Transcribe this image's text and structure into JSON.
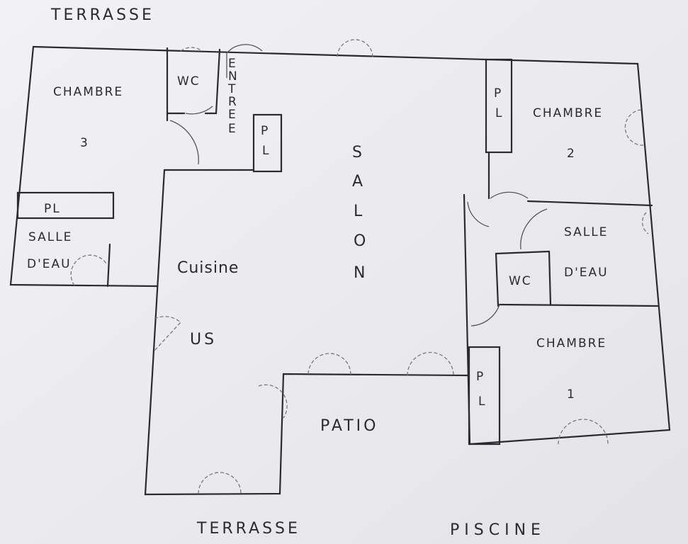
{
  "title": "Floor plan",
  "labels": {
    "terrasse_top": "TERRASSE",
    "chambre3": "CHAMBRE",
    "chambre3_num": "3",
    "wc_top": "WC",
    "entree": [
      "E",
      "N",
      "T",
      "R",
      "E",
      "E"
    ],
    "pl_entree": [
      "P",
      "L"
    ],
    "salon": [
      "S",
      "A",
      "L",
      "O",
      "N"
    ],
    "pl_chambre2": [
      "P",
      "L"
    ],
    "chambre2": "CHAMBRE",
    "chambre2_num": "2",
    "pl_salle_eau": "PL",
    "salle_eau_left": [
      "SALLE",
      "D'EAU"
    ],
    "cuisine": "Cuisine",
    "us": "US",
    "salle_eau_right": [
      "SALLE",
      "D'EAU"
    ],
    "wc_right": "WC",
    "chambre1": "CHAMBRE",
    "chambre1_num": "1",
    "pl_chambre1": [
      "P",
      "L"
    ],
    "patio": "PATIO",
    "terrasse_bottom": "TERRASSE",
    "piscine": "PISCINE"
  }
}
